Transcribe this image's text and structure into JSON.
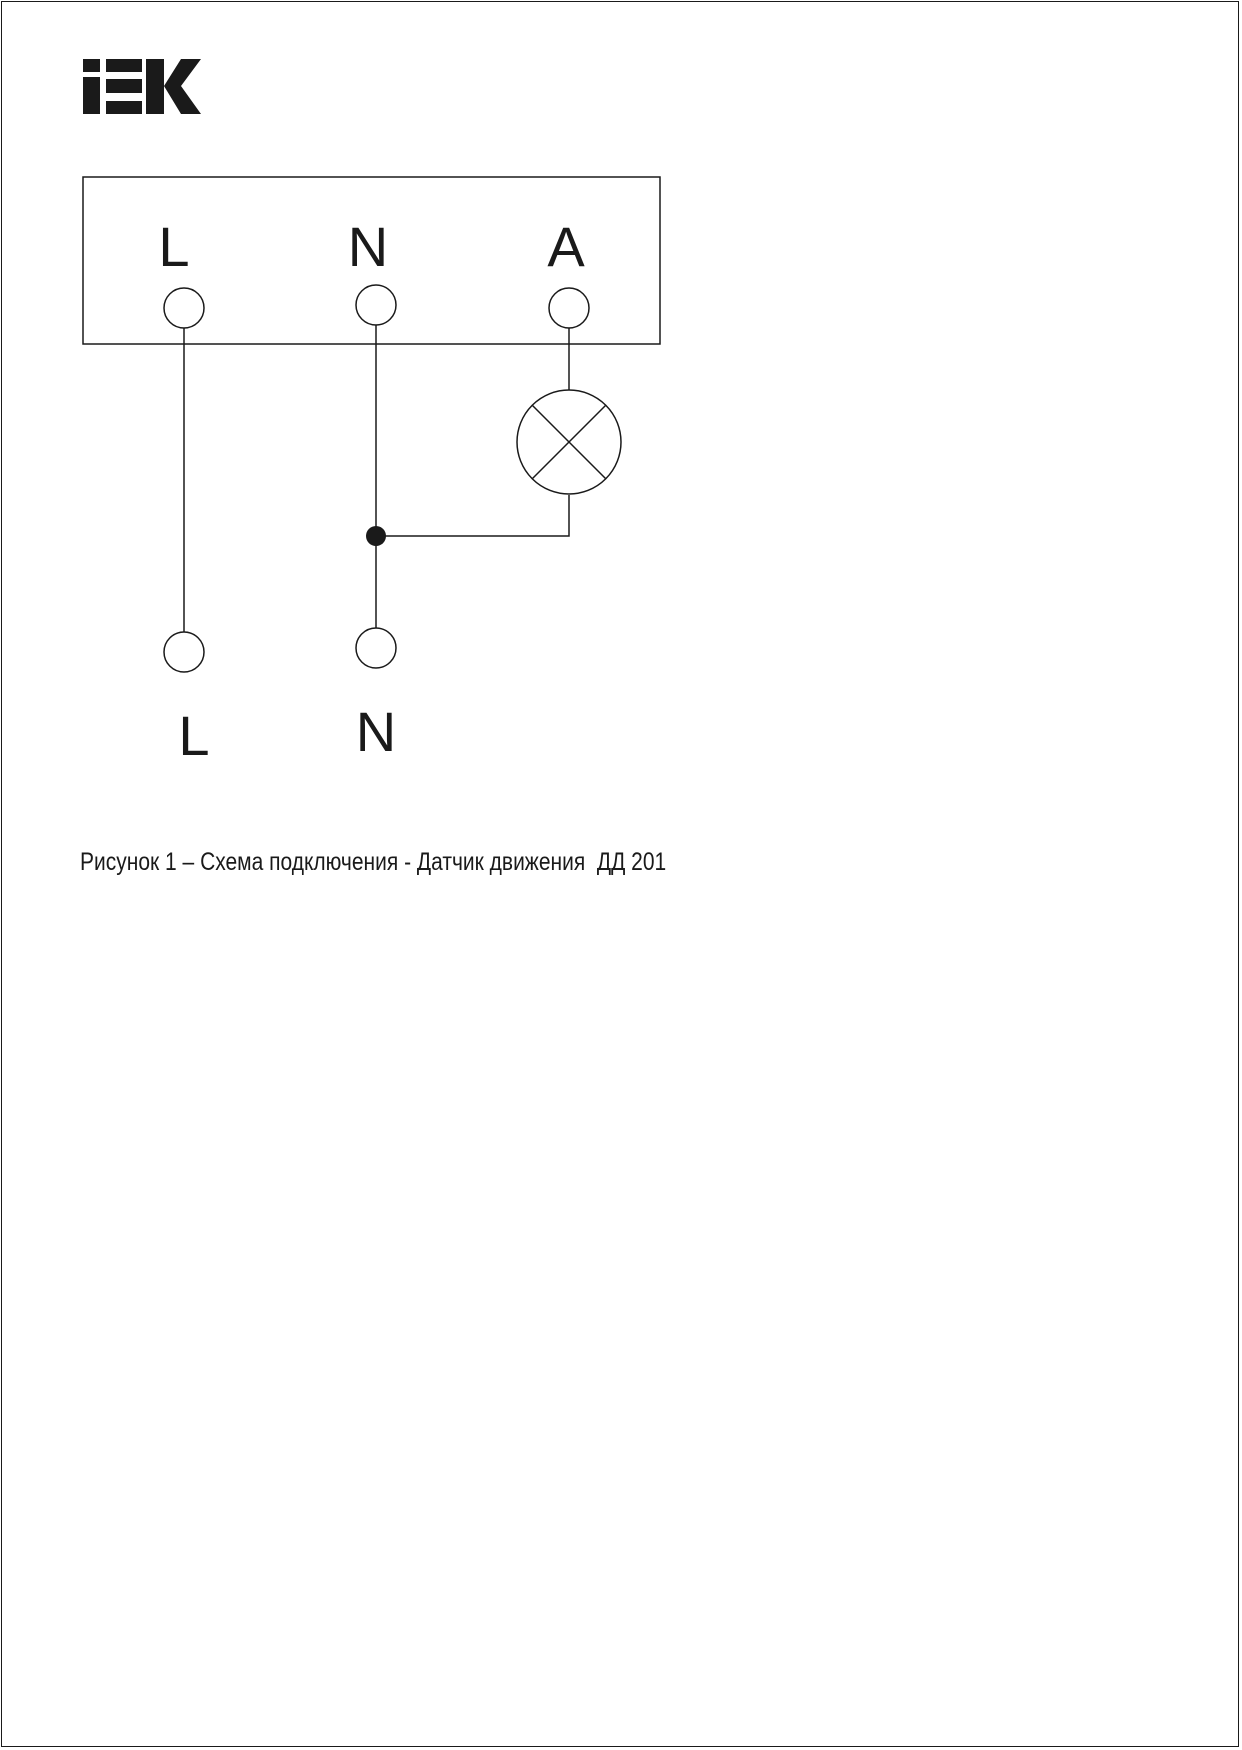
{
  "logo": {
    "text": "IEK"
  },
  "terminal_block": {
    "labels": [
      "L",
      "N",
      "A"
    ]
  },
  "supply_terminals": {
    "labels": [
      "L",
      "N"
    ]
  },
  "caption": {
    "text": "Рисунок 1 – Схема подключения - Датчик движения  ДД 201"
  },
  "colors": {
    "ink": "#1a1a1a",
    "background": "#ffffff"
  }
}
